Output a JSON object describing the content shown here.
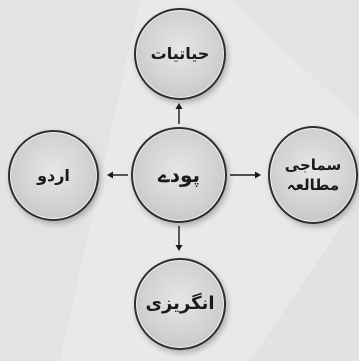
{
  "diagram": {
    "center": "پودے",
    "top": "حیاتیات",
    "left": "اردو",
    "right": "سماجی\nمطالعہ",
    "bottom": "انگریزی"
  },
  "colors": {
    "circle_fill": "#d2d2d2",
    "circle_border": "#2e2e2e",
    "arrow": "#1a1a1a",
    "background": "#e9e9e9"
  }
}
